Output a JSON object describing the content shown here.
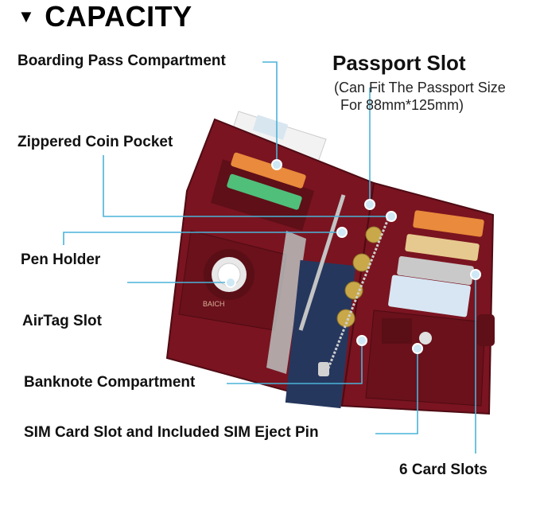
{
  "heading": {
    "title": "CAPACITY",
    "marker": "▼"
  },
  "callouts": {
    "boarding_pass": "Boarding Pass Compartment",
    "passport_slot_title": "Passport Slot",
    "passport_slot_note_1": "(Can Fit The Passport Size",
    "passport_slot_note_2": "For 88mm*125mm)",
    "zippered_coin": "Zippered Coin Pocket",
    "pen_holder": "Pen Holder",
    "airtag_slot": "AirTag Slot",
    "banknote": "Banknote Compartment",
    "sim_card": "SIM Card Slot and Included SIM Eject Pin",
    "card_slots": "6 Card Slots"
  },
  "colors": {
    "leather": "#7a1420",
    "leather_dark": "#4e0b13",
    "leader": "#4ab3d8",
    "accent_dot": "#cfe8f5"
  },
  "product": {
    "brand_tag": "BAICH"
  }
}
